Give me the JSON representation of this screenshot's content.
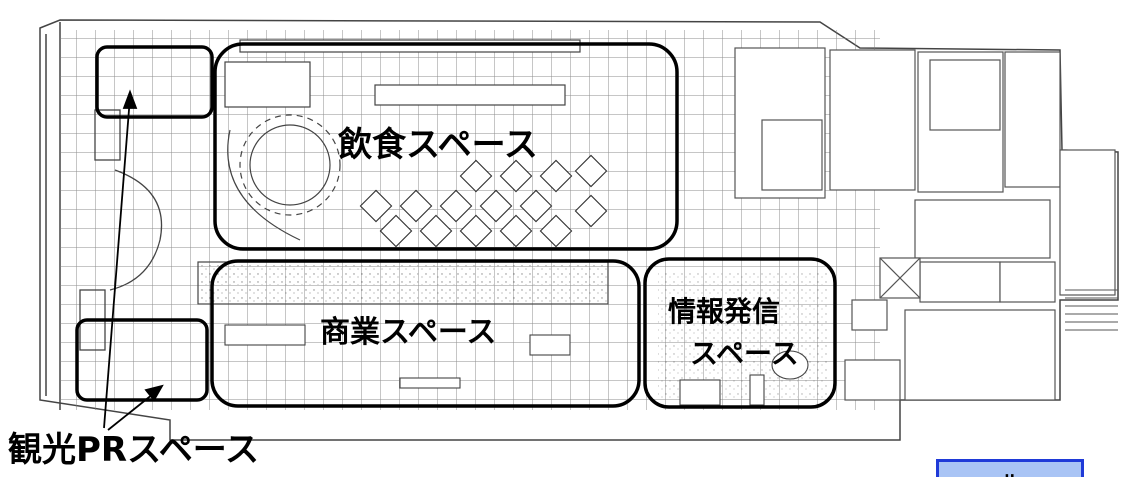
{
  "zones": {
    "dining": "飲食スペース",
    "commercial": "商業スペース",
    "info_line1": "情報発信",
    "info_line2": "スペース",
    "tourism_pr": "観光PRスペース"
  },
  "corner_badge": "北",
  "colors": {
    "zone_outline": "#000000",
    "badge_fill": "#a9c4f5",
    "badge_border": "#1f3ad8",
    "plan_line": "#555555"
  }
}
